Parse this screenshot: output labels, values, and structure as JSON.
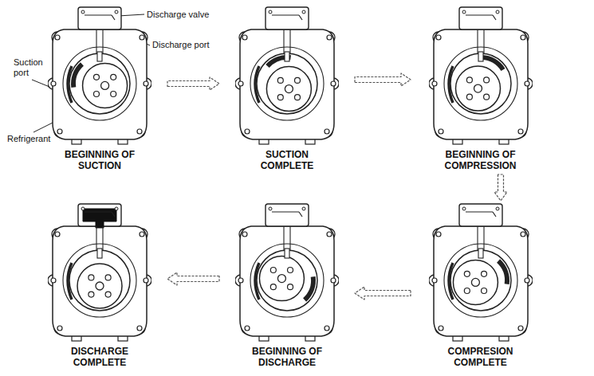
{
  "diagram": {
    "nodes": [
      {
        "text": [
          "BEGINNING OF SUCTION"
        ]
      },
      {
        "text": [
          "SUCTION COMPLETE"
        ]
      },
      {
        "text": [
          "BEGINNING OF COMPRESSION"
        ]
      },
      {
        "text": [
          "DISCHARGE COMPLETE"
        ]
      },
      {
        "text": [
          "BEGINNING OF DISCHARGE"
        ]
      },
      {
        "text": [
          "COMPRESION COMPLETE"
        ]
      }
    ],
    "edges": [
      {
        "from": 0,
        "to": 1,
        "arrow": "to"
      },
      {
        "from": 1,
        "to": 2,
        "arrow": "to"
      },
      {
        "from": 2,
        "to": 5,
        "arrow": "to"
      },
      {
        "from": 5,
        "to": 4,
        "arrow": "to"
      },
      {
        "from": 4,
        "to": 3,
        "arrow": "to"
      }
    ],
    "labels": [
      "Discharge valve",
      "Discharge port",
      "Suction port",
      "Refrigerant"
    ]
  }
}
